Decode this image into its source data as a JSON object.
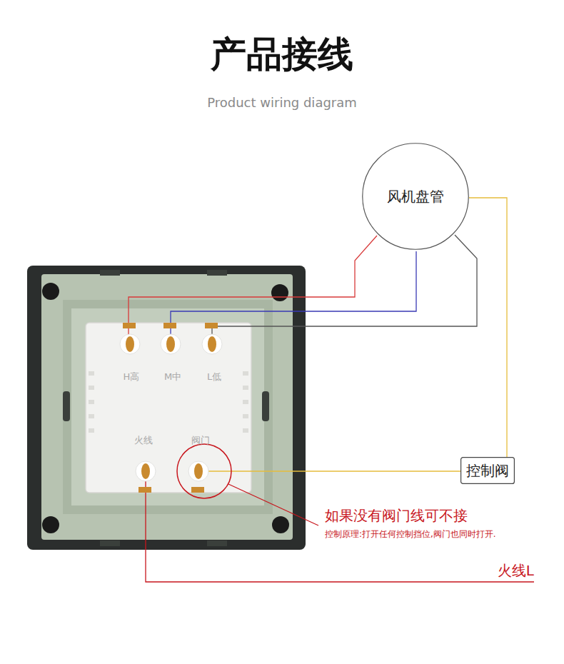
{
  "diagram": {
    "title": "产品接线",
    "nodes": [
      {
        "text": [
          "风机盘管"
        ]
      },
      {
        "text": [
          "控制阀"
        ]
      }
    ],
    "edges": [
      {
        "from": 0,
        "to": 1,
        "arrow": "none"
      }
    ],
    "labels": [
      "Product wiring diagram",
      "H高",
      "M中",
      "L低",
      "火线",
      "阀门",
      "如果没有阀门线可不接",
      "控制原理:打开任何控制挡位,阀门也同时打开.",
      "火线L"
    ]
  }
}
